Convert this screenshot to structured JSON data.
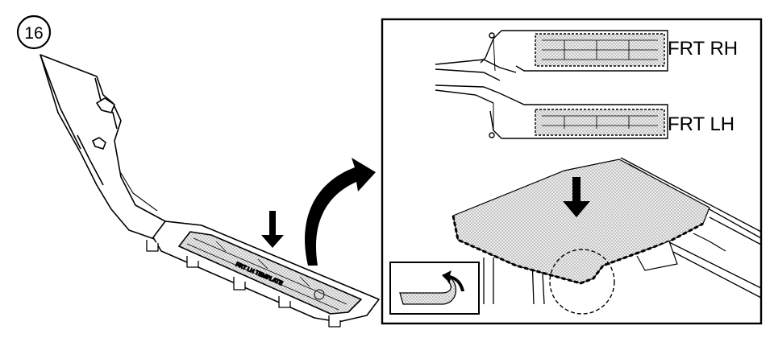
{
  "step_number": "16",
  "labels": {
    "frt_rh": "FRT RH",
    "frt_lh": "FRT LH"
  },
  "template_text": "FRT LH TEMPLATE",
  "icons": {
    "step": "circled-number-icon",
    "down_arrow": "down-arrow-icon",
    "curved_arrow": "curved-arrow-icon",
    "peel_arrow": "peel-arrow-icon"
  },
  "colors": {
    "line": "#000000",
    "shade": "#d9d9d9",
    "background": "#ffffff"
  }
}
